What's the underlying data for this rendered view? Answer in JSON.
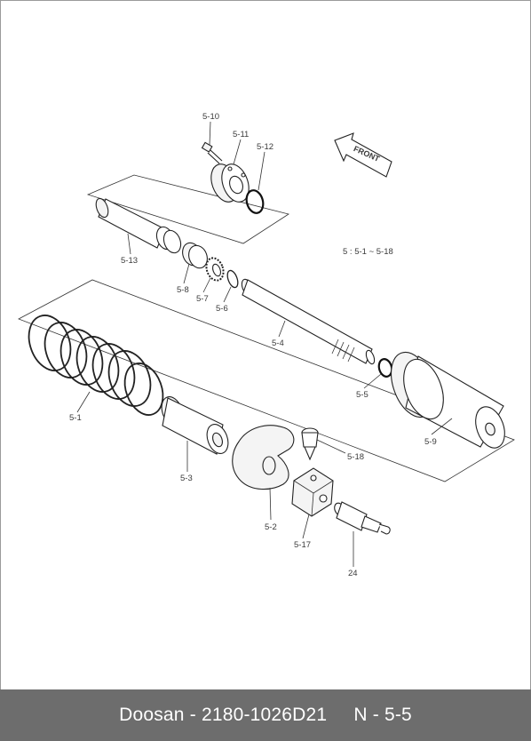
{
  "diagram": {
    "labels": {
      "p5_10": "5-10",
      "p5_11": "5-11",
      "p5_12": "5-12",
      "p5_13": "5-13",
      "p5_8": "5-8",
      "p5_7": "5-7",
      "p5_6": "5-6",
      "p5_4": "5-4",
      "p5_5": "5-5",
      "p5_9": "5-9",
      "p5_1": "5-1",
      "p5_3": "5-3",
      "p5_2": "5-2",
      "p5_18": "5-18",
      "p5_17": "5-17",
      "p24": "24"
    },
    "range_note": "5 : 5-1 ~ 5-18",
    "front_arrow": "FRONT"
  },
  "footer": {
    "brand": "Doosan",
    "separator": " - ",
    "part_number": "2180-1026D21",
    "section": "N - 5-5"
  }
}
